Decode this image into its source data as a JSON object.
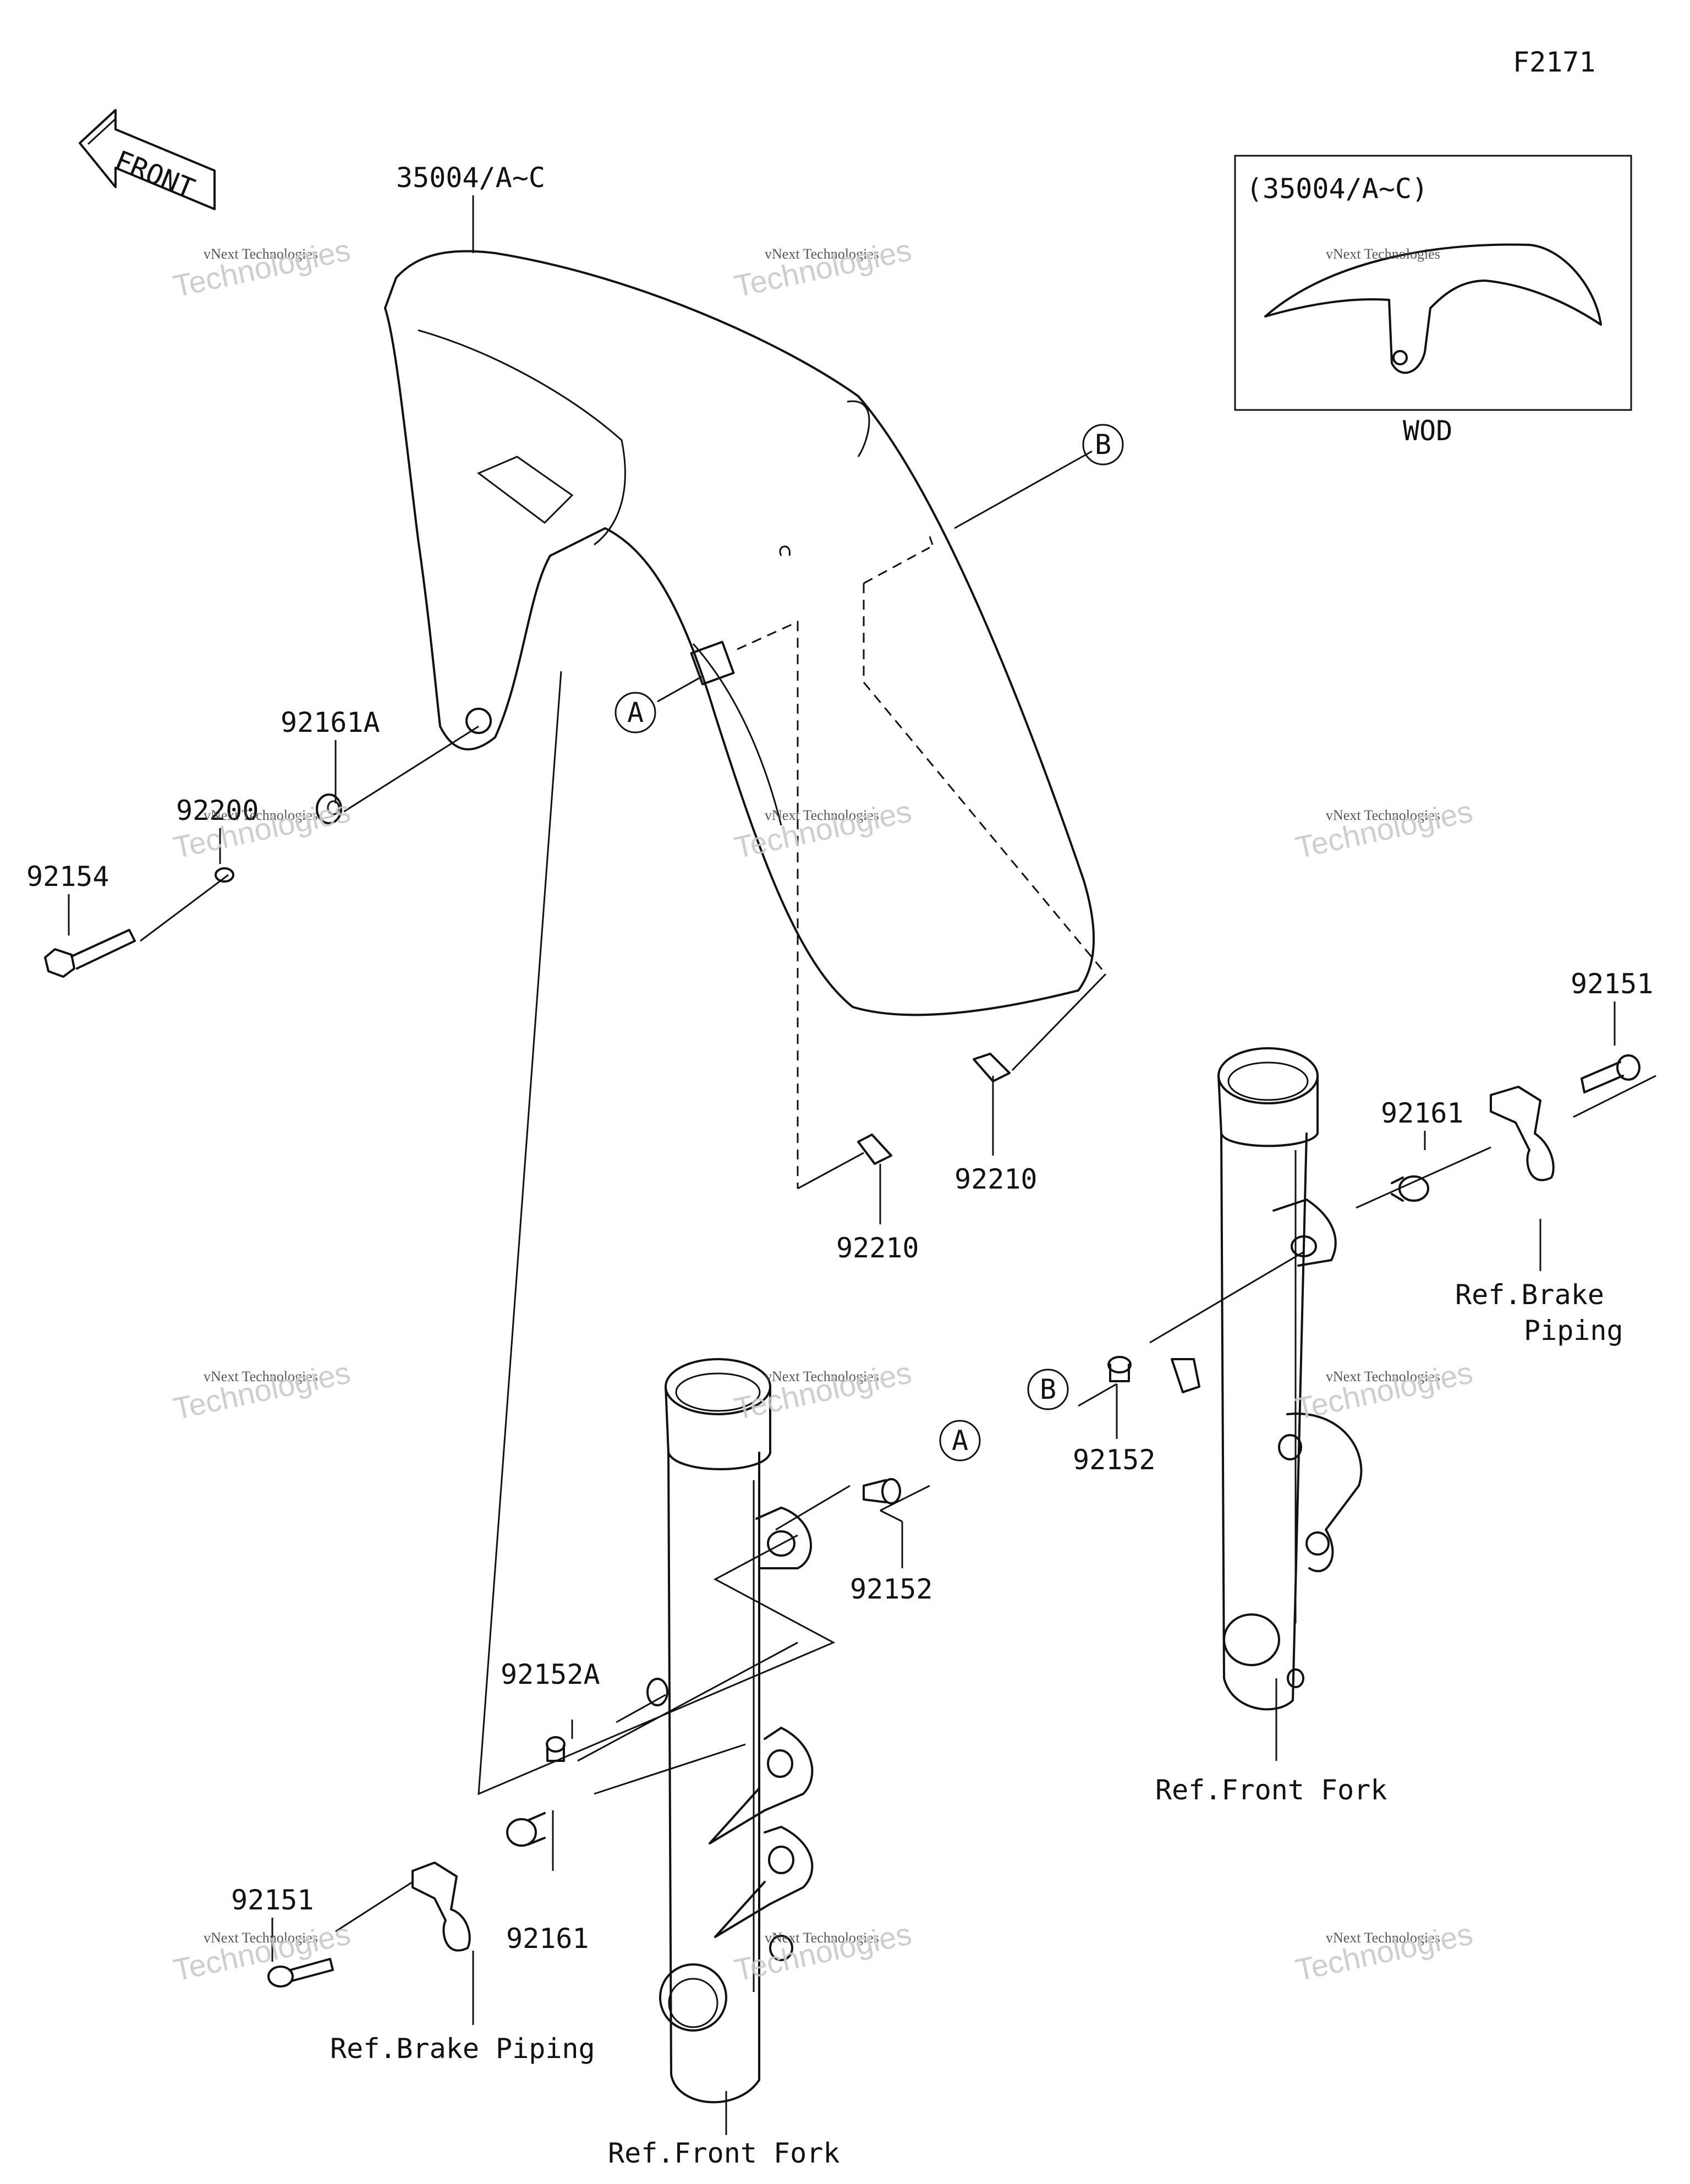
{
  "figure_code": "F2171",
  "front_label": "FRONT",
  "inset": {
    "caption": "(35004/A~C)",
    "variant": "WOD"
  },
  "watermark": {
    "line1": "vNext Technologies",
    "line2": "Technologies",
    "line3": "vNext"
  },
  "labels": {
    "fender": "35004/A~C",
    "collar_a": "92161A",
    "washer": "92200",
    "bolt_fender": "92154",
    "nut_left": "92210",
    "nut_right": "92210",
    "collar_right": "92161",
    "bolt_right": "92151",
    "brake_piping_right": "Ref.Brake\nPiping",
    "brake_piping_right_l1": "Ref.Brake",
    "brake_piping_right_l2": "Piping",
    "bolt_b": "92152",
    "front_fork_right": "Ref.Front Fork",
    "bolt_a": "92152",
    "bolt_a2": "92152A",
    "collar_left": "92161",
    "bolt_left": "92151",
    "brake_piping_left": "Ref.Brake Piping",
    "front_fork_left": "Ref.Front Fork"
  },
  "callouts": {
    "a": "A",
    "b": "B"
  }
}
